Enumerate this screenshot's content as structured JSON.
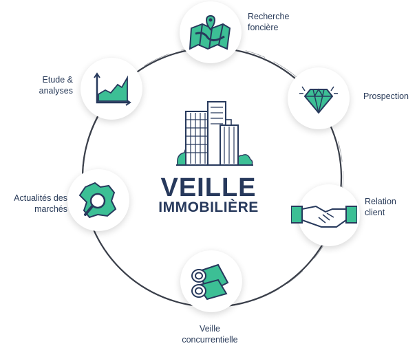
{
  "diagram": {
    "title": "VEILLE",
    "subtitle": "IMMOBILIÈRE",
    "colors": {
      "accent": "#3cbf95",
      "ink": "#27395c",
      "ring": "#3a3f4a"
    },
    "nodes": [
      {
        "label": "Recherche foncière",
        "icon": "map-pin-icon"
      },
      {
        "label": "Prospection",
        "icon": "diamond-icon"
      },
      {
        "label": "Relation client",
        "icon": "handshake-icon"
      },
      {
        "label": "Veille concurrentielle",
        "icon": "binoculars-icon"
      },
      {
        "label": "Actualités des marchés",
        "icon": "france-map-magnifier-icon"
      },
      {
        "label": "Etude & analyses",
        "icon": "growth-chart-icon"
      }
    ]
  }
}
